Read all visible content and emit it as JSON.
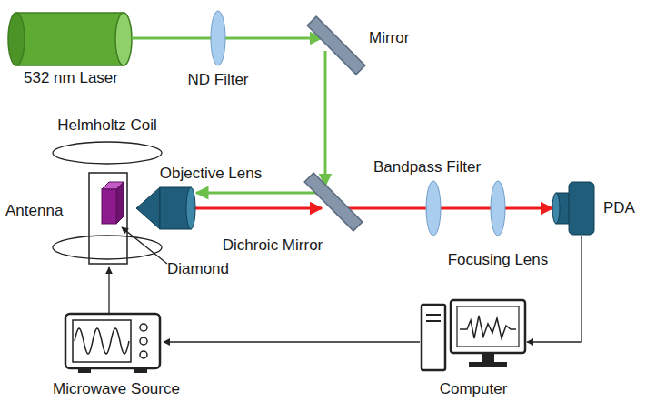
{
  "diagram": {
    "labels": [
      "532 nm Laser",
      "ND Filter",
      "Mirror",
      "Helmholtz Coil",
      "Objective Lens",
      "Bandpass Filter",
      "Antenna",
      "Dichroic Mirror",
      "Diamond",
      "Focusing Lens",
      "PDA",
      "Microwave Source",
      "Computer"
    ]
  }
}
